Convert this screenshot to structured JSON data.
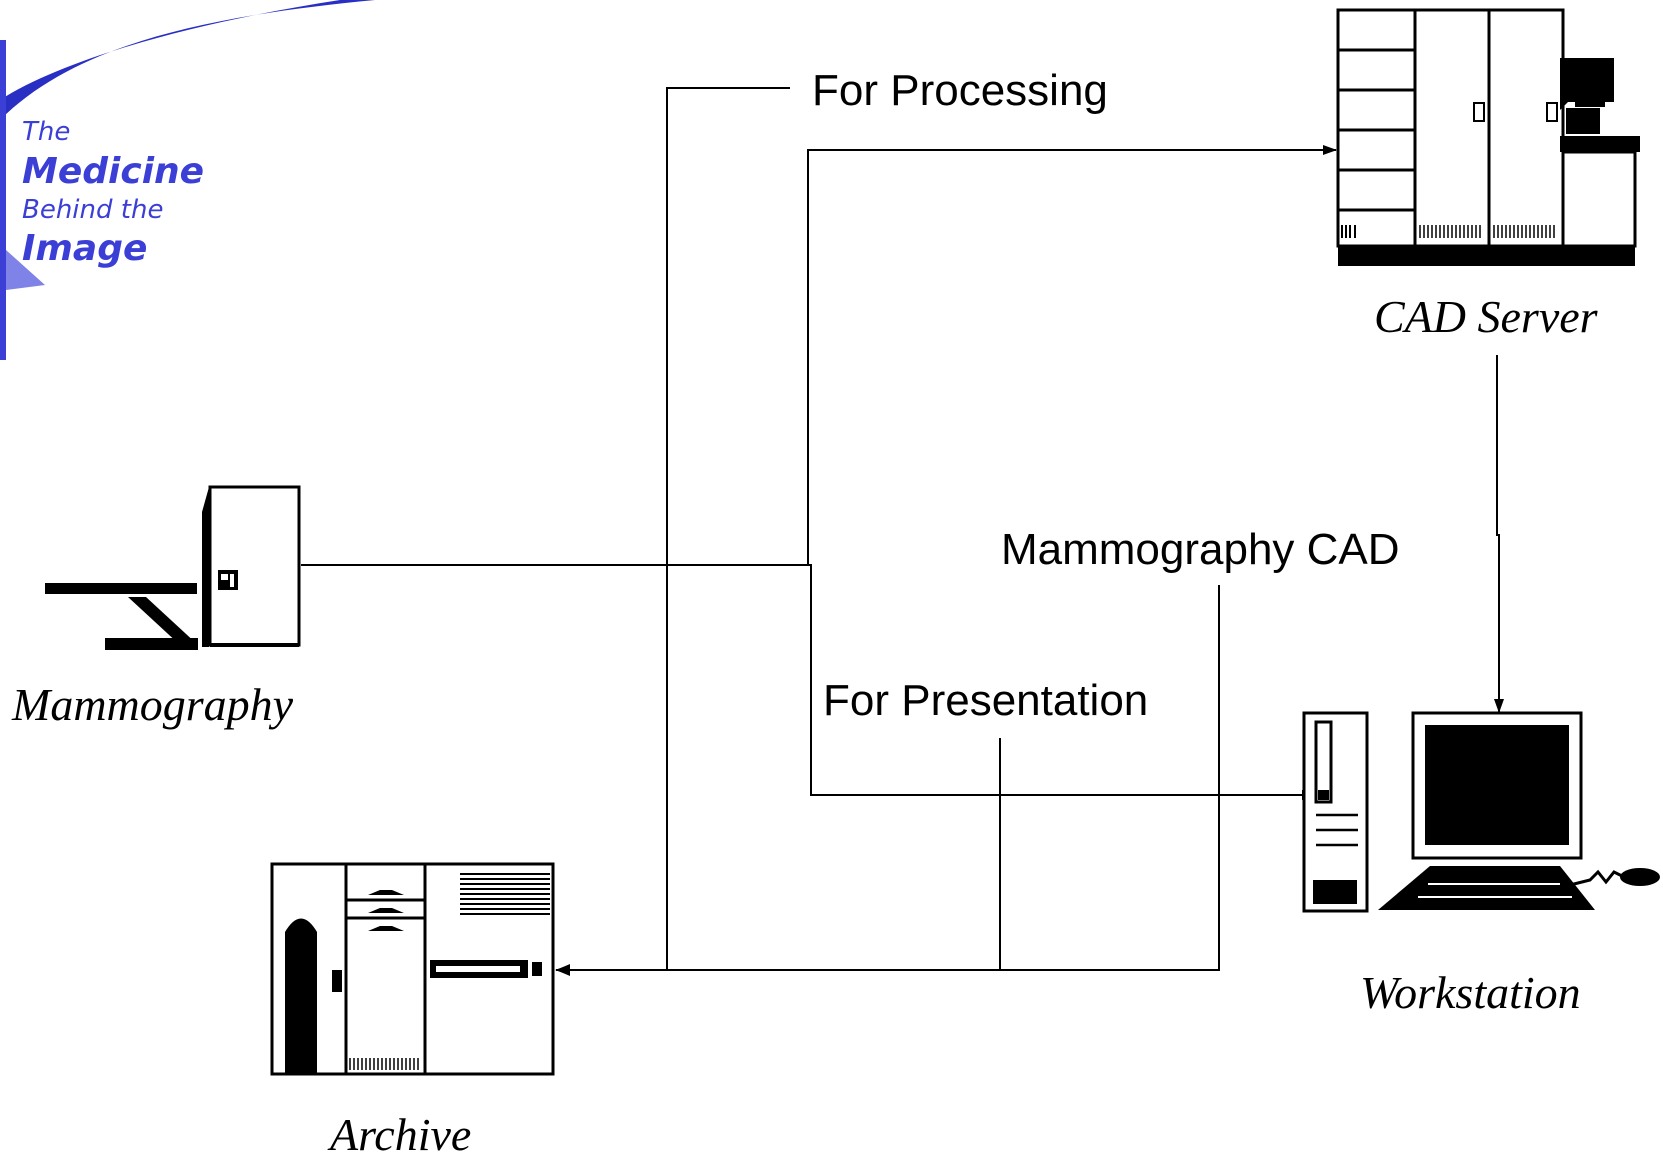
{
  "logo": {
    "line1": "The",
    "line2": "Medicine",
    "line3": "Behind the",
    "line4": "Image",
    "brand_color": "#2a2fc4"
  },
  "devices": {
    "mammography": "Mammography",
    "cad_server": "CAD Server",
    "workstation": "Workstation",
    "archive": "Archive"
  },
  "flows": {
    "for_processing": "For Processing",
    "mammography_cad": "Mammography CAD",
    "for_presentation": "For Presentation"
  }
}
